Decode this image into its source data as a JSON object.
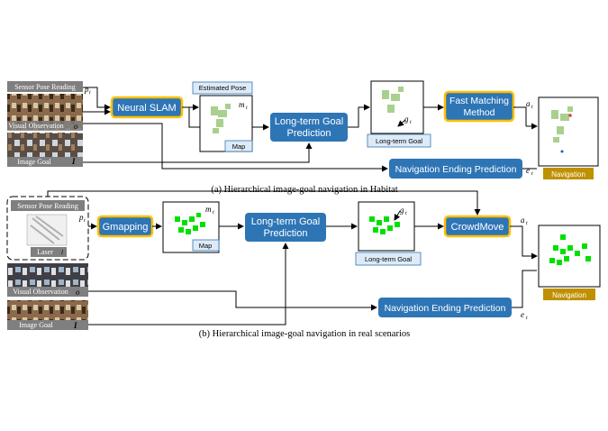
{
  "panel_a": {
    "sensor_pose": "Sensor Pose Reading",
    "visual_obs": "Visual Observation",
    "image_goal": "Image Goal",
    "neural_slam": "Neural SLAM",
    "estimated_pose": "Estimated Pose",
    "map": "Map",
    "ltg_pred_1": "Long-term Goal",
    "ltg_pred_2": "Prediction",
    "long_term_goal": "Long-term Goal",
    "fast_match_1": "Fast Matching",
    "fast_match_2": "Method",
    "nav_end": "Navigation Ending Prediction",
    "navigation": "Navigation",
    "caption": "(a) Hierarchical image-goal navigation in Habitat"
  },
  "panel_b": {
    "sensor_pose": "Sensor Pose Reading",
    "laser": "Laser",
    "visual_obs": "Visual Observation",
    "image_goal": "Image Goal",
    "gmapping": "Gmapping",
    "map": "Map",
    "ltg_pred_1": "Long-term Goal",
    "ltg_pred_2": "Prediction",
    "long_term_goal": "Long-term Goal",
    "crowdmove": "CrowdMove",
    "nav_end": "Navigation Ending Prediction",
    "navigation": "Navigation",
    "caption": "(b) Hierarchical image-goal navigation in real scenarios"
  },
  "symbols": {
    "p": "p",
    "t": "t",
    "o": "o",
    "I": "I",
    "g": "g",
    "m": "m",
    "a": "a",
    "e": "e",
    "l": "l"
  },
  "colors": {
    "blue_box": "#2e75b6",
    "yellow_border": "#ffc000",
    "gray_header": "#7f7f7f",
    "nav_label": "#bf9000",
    "green_map": "#00e000",
    "light_green_map": "#a9d08e"
  }
}
